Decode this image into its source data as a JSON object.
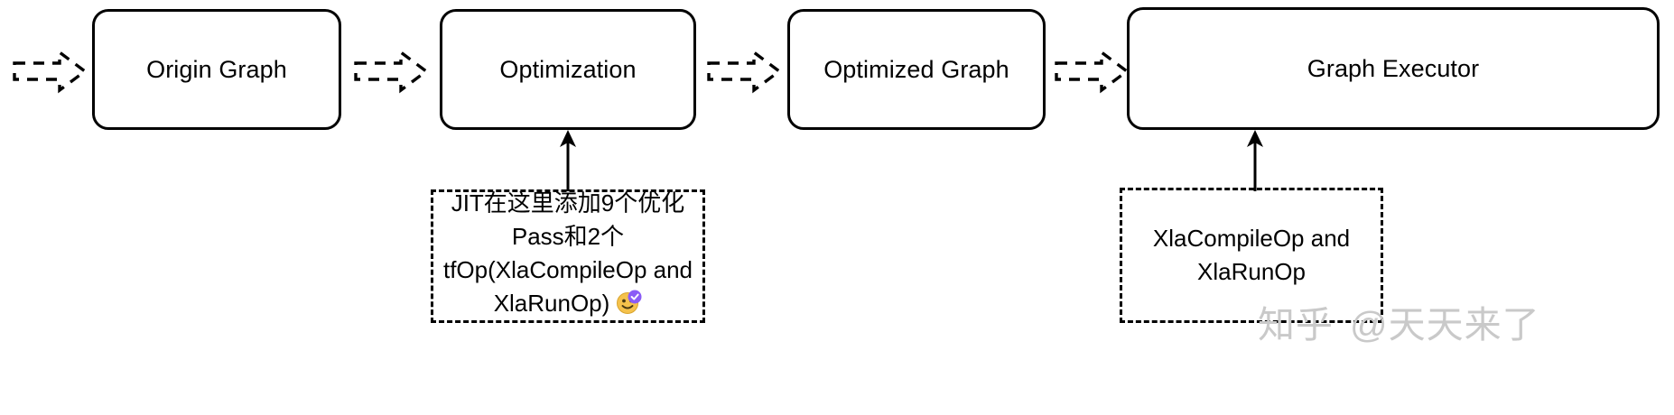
{
  "diagram": {
    "title": "TensorFlow XLA JIT graph optimization pipeline",
    "background_color": "#ffffff",
    "line_color": "#000000"
  },
  "boxes": [
    {
      "id": "origin-graph",
      "label": "Origin Graph"
    },
    {
      "id": "optimization",
      "label": "Optimization"
    },
    {
      "id": "optimized-graph",
      "label": "Optimized Graph"
    },
    {
      "id": "graph-executor",
      "label": "Graph Executor"
    }
  ],
  "arrows": [
    {
      "id": "arrow-input-to-origin",
      "style": "dashed-block"
    },
    {
      "id": "arrow-origin-to-optimization",
      "style": "dashed-block"
    },
    {
      "id": "arrow-optimization-to-optimized",
      "style": "dashed-block"
    },
    {
      "id": "arrow-optimized-to-executor",
      "style": "dashed-block"
    }
  ],
  "notes": [
    {
      "id": "note-jit-passes",
      "target": "optimization",
      "text": "JIT在这里添加9个优化Pass和2个tfOp(XlaCompileOp and XlaRunOp)",
      "emoji": "smiling-face-emoji",
      "emoji_colors": {
        "face": "#f5c24c",
        "badge": "#8b5cf6"
      }
    },
    {
      "id": "note-xla-ops",
      "target": "graph-executor",
      "text": "XlaCompileOp and XlaRunOp",
      "emoji": null
    }
  ],
  "watermark": {
    "logo": "知乎",
    "handle": "@天天来了",
    "color": "#c9c9c9"
  }
}
